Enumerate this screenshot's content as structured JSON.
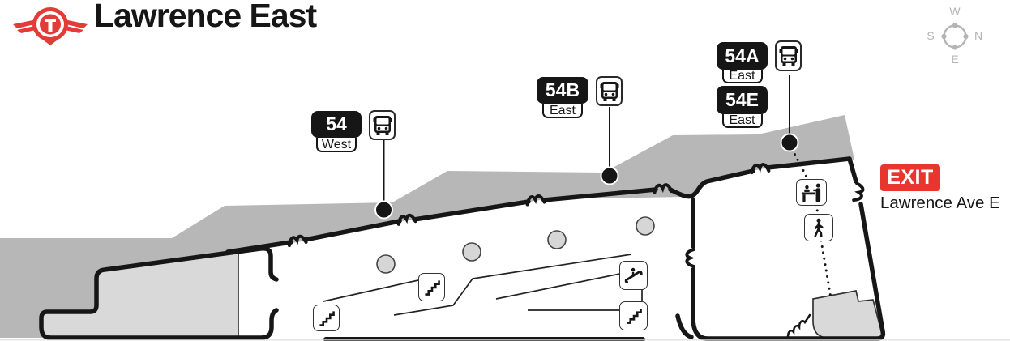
{
  "header": {
    "title": "Lawrence East",
    "logo_name": "ttc-logo"
  },
  "compass": {
    "top": "W",
    "left": "S",
    "right": "N",
    "bottom": "E"
  },
  "stops": [
    {
      "route": "54",
      "direction": "West"
    },
    {
      "route": "54B",
      "direction": "East"
    },
    {
      "route": "54A",
      "direction": "East"
    },
    {
      "route": "54E",
      "direction": "East"
    }
  ],
  "exit": {
    "sign": "EXIT",
    "street": "Lawrence Ave E"
  },
  "icons": {
    "bus": "bus-icon",
    "stairs": "stairs-icon",
    "escalator": "escalator-icon",
    "fare_booth": "fare-booth-icon",
    "pedestrian": "walking-person-icon"
  },
  "colors": {
    "street_gray": "#b7b7b7",
    "building_gray": "#d9d9d9",
    "wall_black": "#161616",
    "ttc_red": "#e23b38",
    "exit_red": "#e8352e",
    "compass_gray": "#b4b4b4"
  }
}
